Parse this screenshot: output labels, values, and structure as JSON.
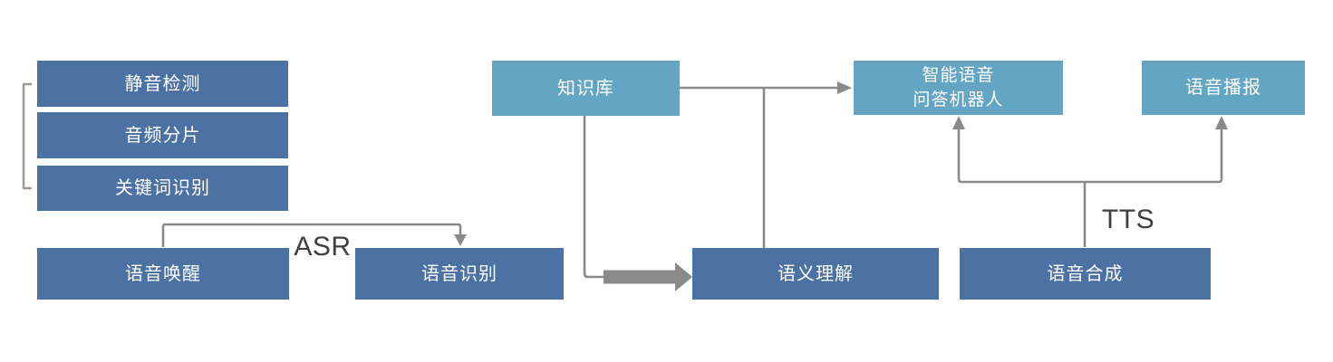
{
  "diagram": {
    "boxes": {
      "silence_detection": "静音检测",
      "audio_slicing": "音频分片",
      "keyword_recognition": "关键词识别",
      "voice_wakeup": "语音唤醒",
      "speech_recognition": "语音识别",
      "knowledge_base": "知识库",
      "semantic_understanding": "语义理解",
      "qa_robot": {
        "line1": "智能语音",
        "line2": "问答机器人"
      },
      "voice_broadcast": "语音播报",
      "speech_synthesis": "语音合成"
    },
    "edge_labels": {
      "asr": "ASR",
      "tts": "TTS"
    },
    "colors": {
      "dark_blue": "#4C72A3",
      "light_blue": "#63A5C3",
      "connector_gray": "#8A8A8A",
      "edge_label_text": "#3F3F3F"
    }
  }
}
